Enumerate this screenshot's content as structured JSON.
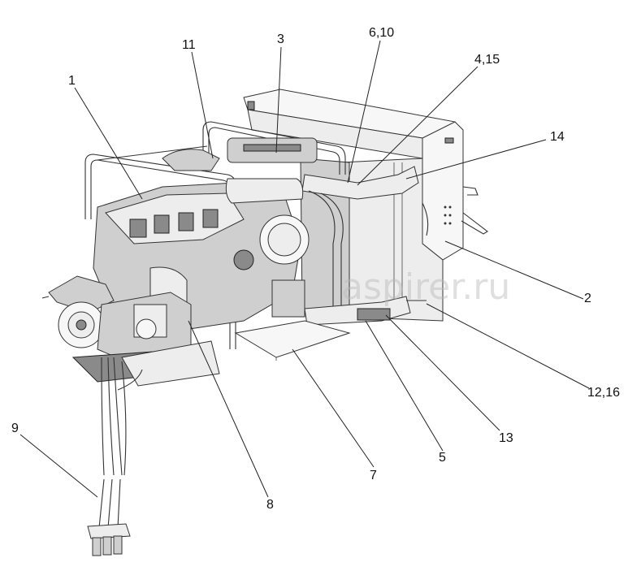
{
  "watermark": "aspirer.ru",
  "callouts": [
    {
      "id": "c1",
      "label": "1"
    },
    {
      "id": "c11",
      "label": "11"
    },
    {
      "id": "c3",
      "label": "3"
    },
    {
      "id": "c6_10",
      "label": "6,10"
    },
    {
      "id": "c4_15",
      "label": "4,15"
    },
    {
      "id": "c14",
      "label": "14"
    },
    {
      "id": "c2",
      "label": "2"
    },
    {
      "id": "c12_16",
      "label": "12,16"
    },
    {
      "id": "c13",
      "label": "13"
    },
    {
      "id": "c5",
      "label": "5"
    },
    {
      "id": "c7",
      "label": "7"
    },
    {
      "id": "c8",
      "label": "8"
    },
    {
      "id": "c9",
      "label": "9"
    }
  ]
}
